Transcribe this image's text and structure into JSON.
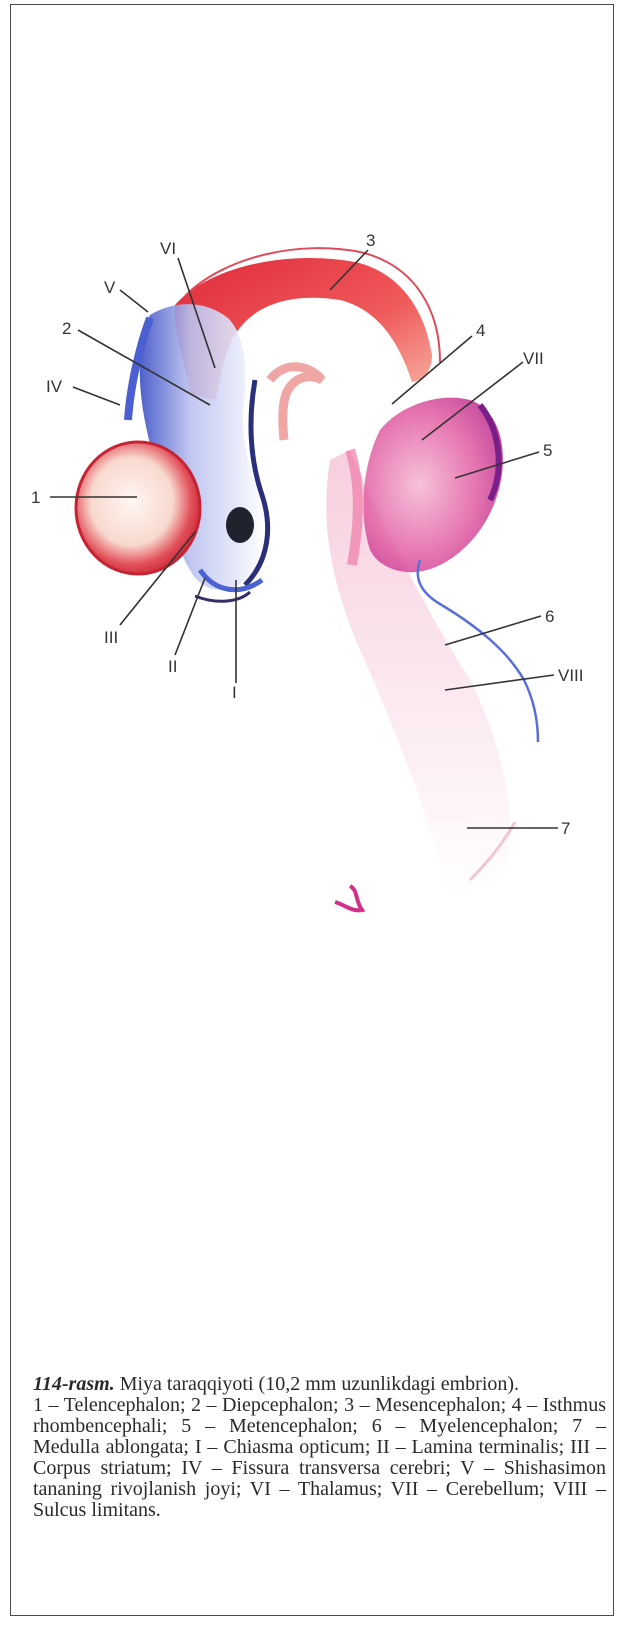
{
  "figure": {
    "number": "114-rasm.",
    "title": "Miya taraqqiyoti (10,2 mm uzunlikdagi embrion).",
    "legend": "1 – Telencephalon; 2 – Diepcephalon; 3 – Mesencephalon; 4 – Isthmus rhombencephali; 5 – Metencephalon; 6 – Myelencephalon; 7 – Medulla ablongata; I – Chiasma opticum; II – Lamina terminalis; III – Corpus striatum; IV – Fissura transversa cerebri; V – Shishasimon tananing rivojlanish joyi; VI – Thalamus; VII – Cerebellum; VIII – Sulcus limitans."
  },
  "labels": {
    "n1": "1",
    "n2": "2",
    "n3": "3",
    "n4": "4",
    "n5": "5",
    "n6": "6",
    "n7": "7",
    "r1": "I",
    "r2": "II",
    "r3": "III",
    "r4": "IV",
    "r5": "V",
    "r6": "VI",
    "r7": "VII",
    "r8": "VIII"
  },
  "colors": {
    "telencephalon": "#d42b3a",
    "mesencephalon": "#e83a4a",
    "metencephalon": "#d8307a",
    "diencephalon_blue": "#3d55c8",
    "sulcus_blue": "#5a6fd6",
    "leader_line": "#333333"
  }
}
